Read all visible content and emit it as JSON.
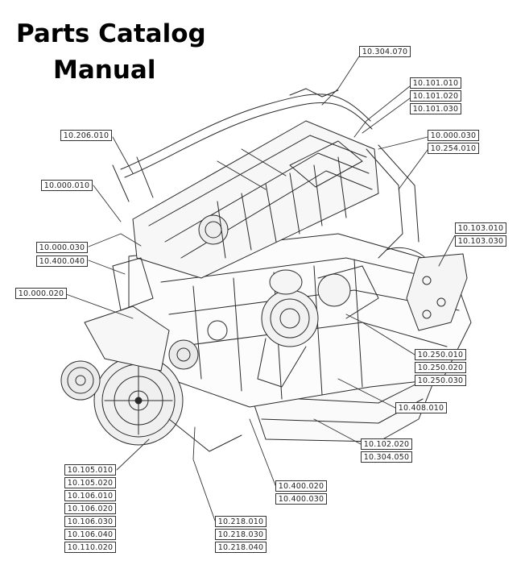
{
  "title": {
    "line1": "Parts Catalog",
    "line2": "Manual"
  },
  "callouts": {
    "g1": [
      "10.304.070"
    ],
    "g2": [
      "10.101.010",
      "10.101.020",
      "10.101.030"
    ],
    "g3": [
      "10.000.030",
      "10.254.010"
    ],
    "g4": [
      "10.206.010"
    ],
    "g5": [
      "10.000.010"
    ],
    "g6": [
      "10.103.010",
      "10.103.030"
    ],
    "g7": [
      "10.000.030",
      "10.400.040"
    ],
    "g8": [
      "10.000.020"
    ],
    "g9": [
      "10.250.010",
      "10.250.020",
      "10.250.030"
    ],
    "g10": [
      "10.408.010"
    ],
    "g11": [
      "10.102.020",
      "10.304.050"
    ],
    "g12": [
      "10.400.020",
      "10.400.030"
    ],
    "g13": [
      "10.105.010",
      "10.105.020",
      "10.106.010",
      "10.106.020",
      "10.106.030",
      "10.106.040",
      "10.110.020"
    ],
    "g14": [
      "10.218.010",
      "10.218.030",
      "10.218.040"
    ]
  },
  "colors": {
    "ink": "#222222",
    "line": "#333333",
    "background": "#ffffff"
  }
}
